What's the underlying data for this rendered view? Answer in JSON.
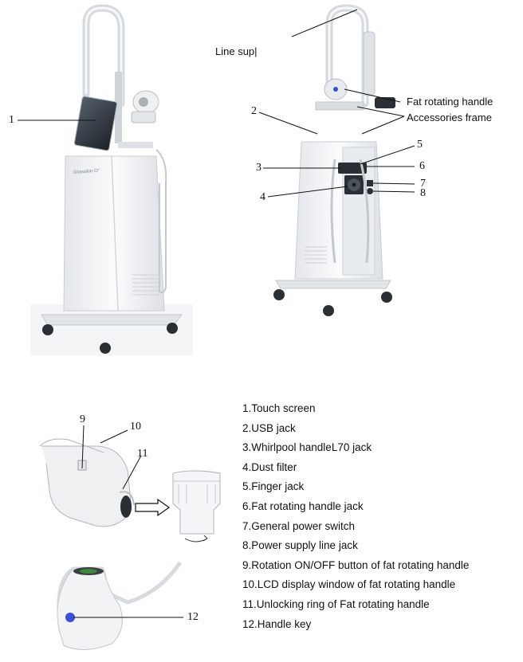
{
  "callouts": {
    "line_supply": "Line sup|",
    "fat_rotating_handle": "Fat rotating handle",
    "accessories_frame": "Accessories frame"
  },
  "brand_text": "Glowskin·O°",
  "numbers": [
    "1",
    "2",
    "3",
    "4",
    "5",
    "6",
    "7",
    "8",
    "9",
    "10",
    "11",
    "12"
  ],
  "legend": [
    "1.Touch screen",
    "2.USB jack",
    "3.Whirlpool handleL70 jack",
    "4.Dust filter",
    "5.Finger  jack",
    "6.Fat rotating handle jack",
    "7.General power switch",
    "8.Power supply line jack",
    "9.Rotation ON/OFF button of fat rotating handle",
    "10.LCD display window of fat rotating handle",
    "11.Unlocking ring of Fat rotating handle",
    "12.Handle key"
  ],
  "colors": {
    "body": "#eef0f2",
    "edge": "#c9ced3",
    "dark": "#2a2f36",
    "accent_blue": "#3a4fd8",
    "accent_green": "#3b8a3b"
  }
}
